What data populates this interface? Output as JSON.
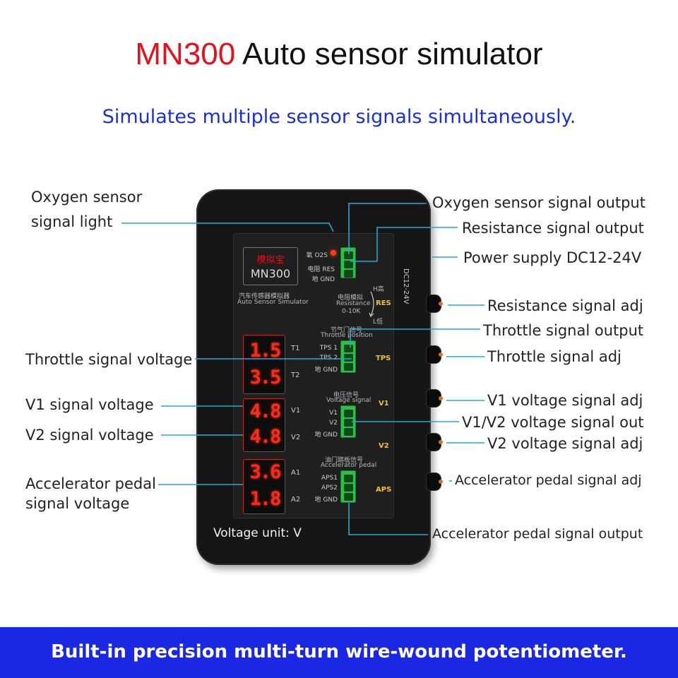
{
  "header": {
    "title_accent": "MN300",
    "title_rest": " Auto sensor simulator",
    "subtitle": "Simulates multiple sensor signals simultaneously."
  },
  "labels_left": {
    "o2_light_1": "Oxygen sensor",
    "o2_light_2": "signal light",
    "throttle_voltage": "Throttle signal voltage",
    "v1_voltage": "V1 signal voltage",
    "v2_voltage": "V2 signal voltage",
    "aps_voltage_1": "Accelerator pedal",
    "aps_voltage_2": "signal voltage"
  },
  "labels_right": {
    "o2_output": "Oxygen sensor signal output",
    "res_output": "Resistance signal output",
    "power": "Power supply DC12-24V",
    "res_adj": "Resistance signal adj",
    "tps_output": "Throttle signal output",
    "tps_adj": "Throttle signal adj",
    "v1_adj": "V1 voltage signal adj",
    "v12_out": "V1/V2 voltage signal out",
    "v2_adj": "V2 voltage signal adj",
    "aps_adj": "Accelerator pedal signal adj",
    "aps_output": "Accelerator pedal signal output"
  },
  "device": {
    "logo_cn": "模拟宝",
    "logo_model": "MN300",
    "cn_subtitle": "汽车传感器模拟器",
    "en_subtitle": "Auto Sensor Simulator",
    "o2_pin": "氧 O2S",
    "res_pin": "电阻 RES",
    "gnd_pin": "地 GND",
    "dc_label": "DC12-24V",
    "res_cn": "电阻模拟",
    "res_en": "Resistance",
    "res_range": "0-10K",
    "res_high": "H高",
    "res_low": "L低",
    "res_tag": "RES",
    "tps_cn": "节气门信号",
    "tps_en": "Throttle position",
    "tps1": "TPS 1",
    "tps2": "TPS 2",
    "tps_gnd": "地 GND",
    "tps_tag": "TPS",
    "volt_cn": "电压信号",
    "volt_en": "Voltage signal",
    "v1_pin": "V1",
    "v2_pin": "V2",
    "v_gnd": "地 GND",
    "v1_tag": "V1",
    "v2_tag": "V2",
    "aps_cn": "油门踏板信号",
    "aps_en": "Accelerator pedal",
    "aps1": "APS1",
    "aps2": "APS2",
    "aps_gnd": "地 GND",
    "aps_tag": "APS",
    "displays": {
      "t1": "1.5",
      "t1_tag": "T1",
      "t2": "3.5",
      "t2_tag": "T2",
      "v1": "4.8",
      "v1_tag": "V1",
      "v2": "4.8",
      "v2_tag": "V2",
      "a1": "3.6",
      "a1_tag": "A1",
      "a2": "1.8",
      "a2_tag": "A2"
    },
    "unit": "Voltage unit: V"
  },
  "footer": {
    "banner": "Built-in precision multi-turn wire-wound potentiometer."
  },
  "colors": {
    "title_accent": "#e3111b",
    "subtitle": "#1a2fd6",
    "callout_line": "#27a6d8",
    "banner_bg": "#1a28e4",
    "led_digits": "#ff2a1a",
    "connector": "#2dbf4a"
  }
}
